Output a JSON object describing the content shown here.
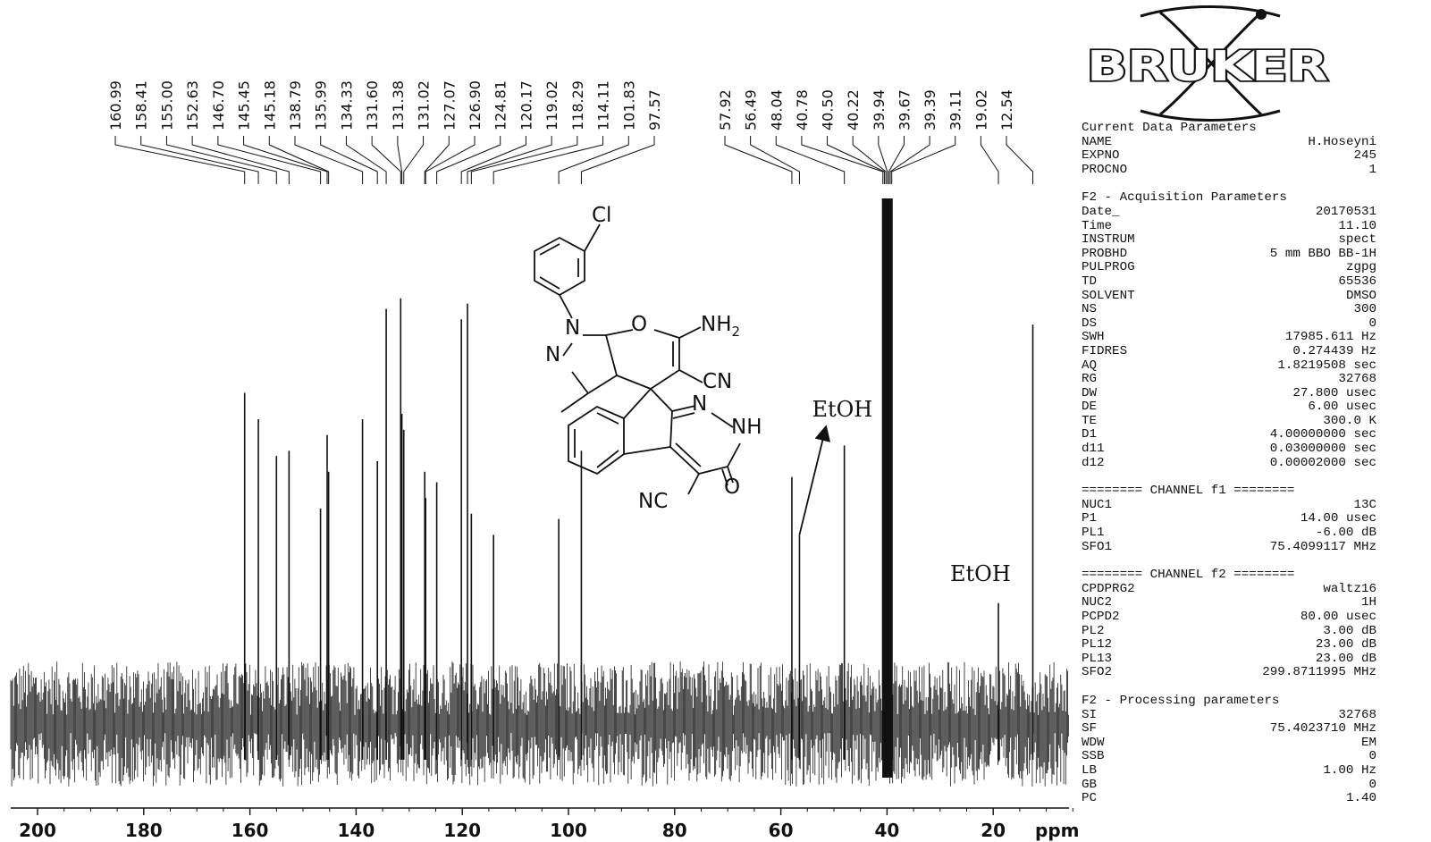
{
  "chart_data": {
    "type": "line",
    "xlabel": "ppm",
    "xlim": [
      200,
      0
    ],
    "x_ticks": [
      "200",
      "180",
      "160",
      "140",
      "120",
      "100",
      "80",
      "60",
      "40",
      "20"
    ],
    "peaks": [
      {
        "ppm": 160.99,
        "label": "160.99",
        "intensity": 0.63
      },
      {
        "ppm": 158.41,
        "label": "158.41",
        "intensity": 0.58
      },
      {
        "ppm": 155.0,
        "label": "155.00",
        "intensity": 0.51
      },
      {
        "ppm": 152.63,
        "label": "152.63",
        "intensity": 0.52
      },
      {
        "ppm": 146.7,
        "label": "146.70",
        "intensity": 0.41
      },
      {
        "ppm": 145.45,
        "label": "145.45",
        "intensity": 0.55
      },
      {
        "ppm": 145.18,
        "label": "145.18",
        "intensity": 0.48
      },
      {
        "ppm": 138.79,
        "label": "138.79",
        "intensity": 0.58
      },
      {
        "ppm": 135.99,
        "label": "135.99",
        "intensity": 0.5
      },
      {
        "ppm": 134.33,
        "label": "134.33",
        "intensity": 0.79
      },
      {
        "ppm": 131.6,
        "label": "131.60",
        "intensity": 0.81
      },
      {
        "ppm": 131.38,
        "label": "131.38",
        "intensity": 0.59
      },
      {
        "ppm": 131.02,
        "label": "131.02",
        "intensity": 0.56
      },
      {
        "ppm": 127.07,
        "label": "127.07",
        "intensity": 0.48
      },
      {
        "ppm": 126.9,
        "label": "126.90",
        "intensity": 0.43
      },
      {
        "ppm": 124.81,
        "label": "124.81",
        "intensity": 0.46
      },
      {
        "ppm": 120.17,
        "label": "120.17",
        "intensity": 0.77
      },
      {
        "ppm": 119.02,
        "label": "119.02",
        "intensity": 0.8
      },
      {
        "ppm": 118.29,
        "label": "118.29",
        "intensity": 0.4
      },
      {
        "ppm": 114.11,
        "label": "114.11",
        "intensity": 0.36
      },
      {
        "ppm": 101.83,
        "label": "101.83",
        "intensity": 0.39
      },
      {
        "ppm": 97.57,
        "label": "97.57",
        "intensity": 0.52
      },
      {
        "ppm": 57.92,
        "label": "57.92",
        "intensity": 0.47
      },
      {
        "ppm": 56.49,
        "label": "56.49",
        "intensity": 0.36
      },
      {
        "ppm": 48.04,
        "label": "48.04",
        "intensity": 0.53
      },
      {
        "ppm": 40.78,
        "label": "40.78",
        "intensity": 1.0
      },
      {
        "ppm": 40.5,
        "label": "40.50",
        "intensity": 1.0
      },
      {
        "ppm": 40.22,
        "label": "40.22",
        "intensity": 1.0
      },
      {
        "ppm": 39.94,
        "label": "39.94",
        "intensity": 1.0
      },
      {
        "ppm": 39.67,
        "label": "39.67",
        "intensity": 1.0
      },
      {
        "ppm": 39.39,
        "label": "39.39",
        "intensity": 1.0
      },
      {
        "ppm": 39.11,
        "label": "39.11",
        "intensity": 1.0
      },
      {
        "ppm": 19.02,
        "label": "19.02",
        "intensity": 0.23
      },
      {
        "ppm": 12.54,
        "label": "12.54",
        "intensity": 0.76
      }
    ],
    "annotations": [
      {
        "text": "EtOH",
        "ppm": 56.49
      },
      {
        "text": "EtOH",
        "ppm": 19.02
      }
    ]
  },
  "structure": {
    "atoms": {
      "cl": "Cl",
      "n1": "N",
      "n2": "N",
      "o1": "O",
      "nh2": "NH",
      "nh2_sub": "2",
      "cn1": "CN",
      "n3": "N",
      "nh": "NH",
      "o2": "O",
      "nc": "NC"
    }
  },
  "logo": {
    "text": "BRUKER"
  },
  "parameters": {
    "header": "Current Data Parameters",
    "general": [
      {
        "key": "NAME",
        "value": "H.Hoseyni"
      },
      {
        "key": "EXPNO",
        "value": "245"
      },
      {
        "key": "PROCNO",
        "value": "1"
      }
    ],
    "acq_title": "F2 - Acquisition Parameters",
    "acquisition": [
      {
        "key": "Date_",
        "value": "20170531"
      },
      {
        "key": "Time",
        "value": "11.10"
      },
      {
        "key": "INSTRUM",
        "value": "spect"
      },
      {
        "key": "PROBHD",
        "value": "5 mm BBO BB-1H"
      },
      {
        "key": "PULPROG",
        "value": "zgpg"
      },
      {
        "key": "TD",
        "value": "65536"
      },
      {
        "key": "SOLVENT",
        "value": "DMSO"
      },
      {
        "key": "NS",
        "value": "300"
      },
      {
        "key": "DS",
        "value": "0"
      },
      {
        "key": "SWH",
        "value": "17985.611 Hz"
      },
      {
        "key": "FIDRES",
        "value": "0.274439 Hz"
      },
      {
        "key": "AQ",
        "value": "1.8219508 sec"
      },
      {
        "key": "RG",
        "value": "32768"
      },
      {
        "key": "DW",
        "value": "27.800 usec"
      },
      {
        "key": "DE",
        "value": "6.00 usec"
      },
      {
        "key": "TE",
        "value": "300.0 K"
      },
      {
        "key": "D1",
        "value": "4.00000000 sec"
      },
      {
        "key": "d11",
        "value": "0.03000000 sec"
      },
      {
        "key": "d12",
        "value": "0.00002000 sec"
      }
    ],
    "ch1_title": "======== CHANNEL f1 ========",
    "channel1": [
      {
        "key": "NUC1",
        "value": "13C"
      },
      {
        "key": "P1",
        "value": "14.00 usec"
      },
      {
        "key": "PL1",
        "value": "-6.00 dB"
      },
      {
        "key": "SFO1",
        "value": "75.4099117 MHz"
      }
    ],
    "ch2_title": "======== CHANNEL f2 ========",
    "channel2": [
      {
        "key": "CPDPRG2",
        "value": "waltz16"
      },
      {
        "key": "NUC2",
        "value": "1H"
      },
      {
        "key": "PCPD2",
        "value": "80.00 usec"
      },
      {
        "key": "PL2",
        "value": "3.00 dB"
      },
      {
        "key": "PL12",
        "value": "23.00 dB"
      },
      {
        "key": "PL13",
        "value": "23.00 dB"
      },
      {
        "key": "SFO2",
        "value": "299.8711995 MHz"
      }
    ],
    "proc_title": "F2 - Processing parameters",
    "processing": [
      {
        "key": "SI",
        "value": "32768"
      },
      {
        "key": "SF",
        "value": "75.4023710 MHz"
      },
      {
        "key": "WDW",
        "value": "EM"
      },
      {
        "key": "SSB",
        "value": "0"
      },
      {
        "key": "LB",
        "value": "1.00 Hz"
      },
      {
        "key": "GB",
        "value": "0"
      },
      {
        "key": "PC",
        "value": "1.40"
      }
    ]
  }
}
